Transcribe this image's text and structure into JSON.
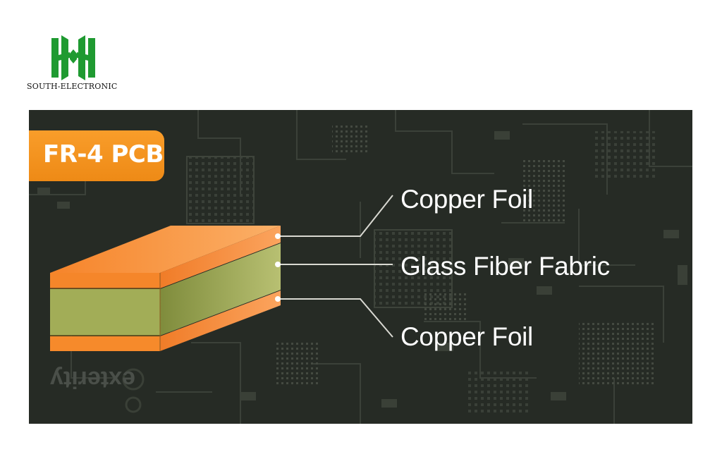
{
  "brand": {
    "name": "SOUTH-ELECTRONIC",
    "logo_color": "#1f9a31"
  },
  "diagram": {
    "badge": "FR-4 PCB",
    "badge_color": "#f39223",
    "labels": {
      "top": "Copper Foil",
      "middle": "Glass Fiber Fabric",
      "bottom": "Copper Foil"
    },
    "watermark": "exterity",
    "colors": {
      "copper": "#f58d2a",
      "fiber": "#98a551",
      "board": "#262b25"
    }
  }
}
